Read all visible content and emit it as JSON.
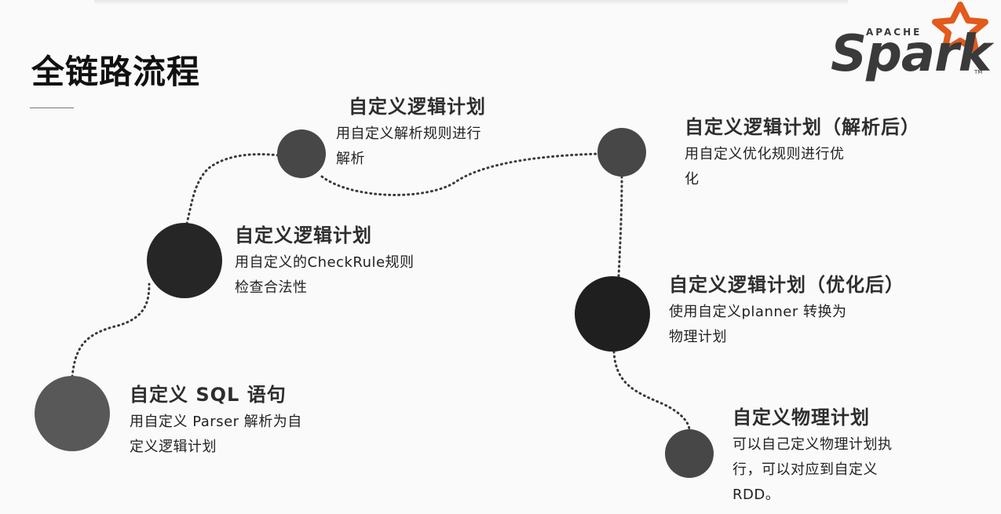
{
  "page": {
    "title": "全链路流程"
  },
  "logo": {
    "apache": "APACHE",
    "spark": "Spark",
    "tm": "TM",
    "star_color": "#e25a1c"
  },
  "nodes": [
    {
      "id": "sql",
      "heading": "自定义 SQL 语句",
      "desc": [
        "用自定义 Parser 解析为自",
        "定义逻辑计划"
      ]
    },
    {
      "id": "check",
      "heading": "自定义逻辑计划",
      "desc": [
        "用自定义的CheckRule规则",
        "检查合法性"
      ]
    },
    {
      "id": "parse",
      "heading": "自定义逻辑计划",
      "desc": [
        "用自定义解析规则进行",
        "解析"
      ]
    },
    {
      "id": "analyzed",
      "heading": "自定义逻辑计划（解析后）",
      "desc": [
        "用自定义优化规则进行优",
        "化"
      ]
    },
    {
      "id": "optimized",
      "heading": "自定义逻辑计划（优化后）",
      "desc": [
        "使用自定义planner 转换为",
        "物理计划"
      ]
    },
    {
      "id": "physical",
      "heading": "自定义物理计划",
      "desc": [
        "可以自己定义物理计划执",
        "行，可以对应到自定义",
        "RDD。"
      ]
    }
  ]
}
